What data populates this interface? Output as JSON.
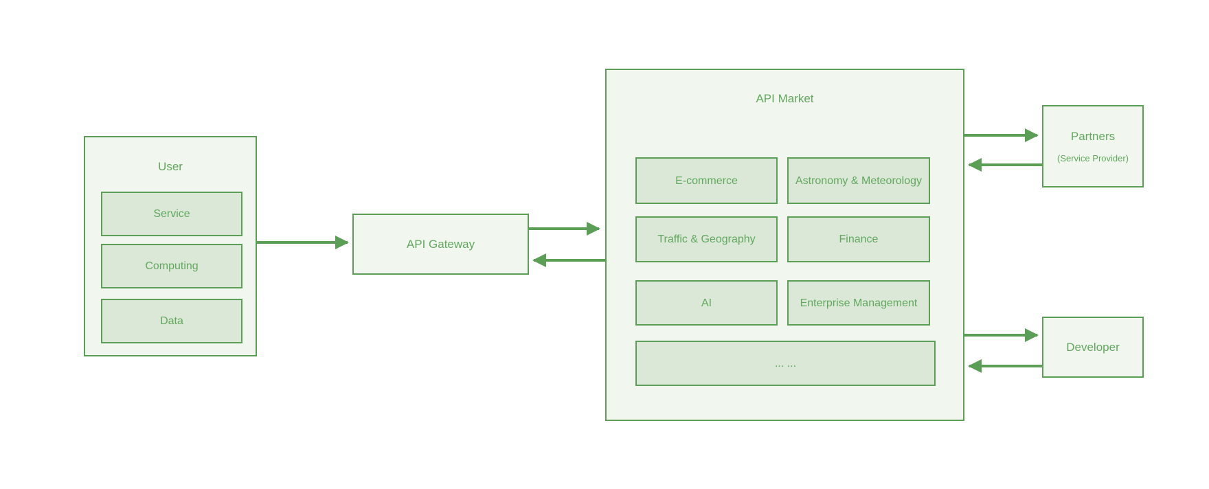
{
  "diagram": {
    "type": "architecture-flow-diagram",
    "colors": {
      "background": "#ffffff",
      "stroke": "#5b9e56",
      "text": "#61a75e",
      "container_fill": "#f1f7ee",
      "leaf_fill": "#dbe8d7"
    },
    "nodes": {
      "user": {
        "label": "User",
        "children": {
          "service": "Service",
          "computing": "Computing",
          "data": "Data"
        }
      },
      "gateway": {
        "label": "API Gateway"
      },
      "market": {
        "label": "API Market",
        "categories": [
          "E-commerce",
          "Astronomy & Meteorology",
          "Traffic & Geography",
          "Finance",
          "AI",
          "Enterprise Management",
          "... ..."
        ]
      },
      "partners": {
        "label": "Partners",
        "sublabel": "(Service Provider)"
      },
      "developer": {
        "label": "Developer"
      }
    },
    "connections": [
      {
        "from": "User",
        "to": "API Gateway",
        "direction": "right"
      },
      {
        "from": "API Gateway",
        "to": "API Market",
        "direction": "right"
      },
      {
        "from": "API Market",
        "to": "API Gateway",
        "direction": "left"
      },
      {
        "from": "API Market",
        "to": "Partners",
        "direction": "right"
      },
      {
        "from": "Partners",
        "to": "API Market",
        "direction": "left"
      },
      {
        "from": "API Market",
        "to": "Developer",
        "direction": "right"
      },
      {
        "from": "Developer",
        "to": "API Market",
        "direction": "left"
      }
    ]
  }
}
